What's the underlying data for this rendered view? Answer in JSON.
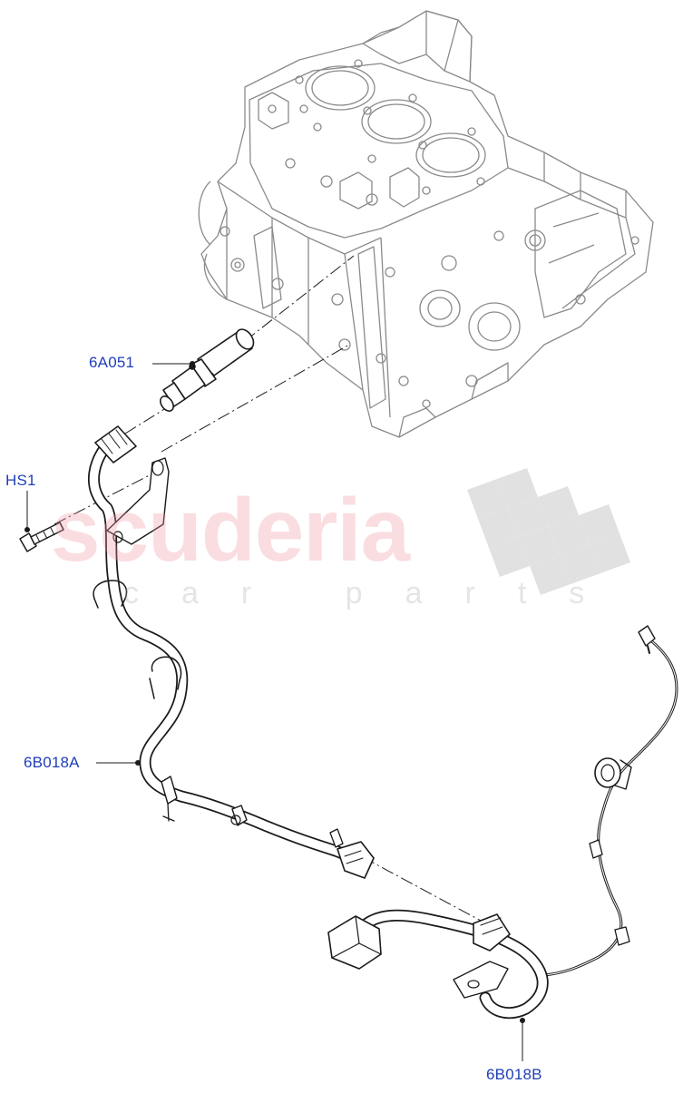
{
  "watermark": {
    "brand": "scuderia",
    "tagline": "car parts",
    "brand_color": "#f096a0"
  },
  "callouts": [
    {
      "id": "6A051",
      "label": "6A051"
    },
    {
      "id": "HS1",
      "label": "HS1"
    },
    {
      "id": "6B018A",
      "label": "6B018A"
    },
    {
      "id": "6B018B",
      "label": "6B018B"
    }
  ],
  "colors": {
    "label_text": "#1f3fb8",
    "line_art": "#1a1a1a",
    "engine_outline": "#8a8a8a"
  }
}
